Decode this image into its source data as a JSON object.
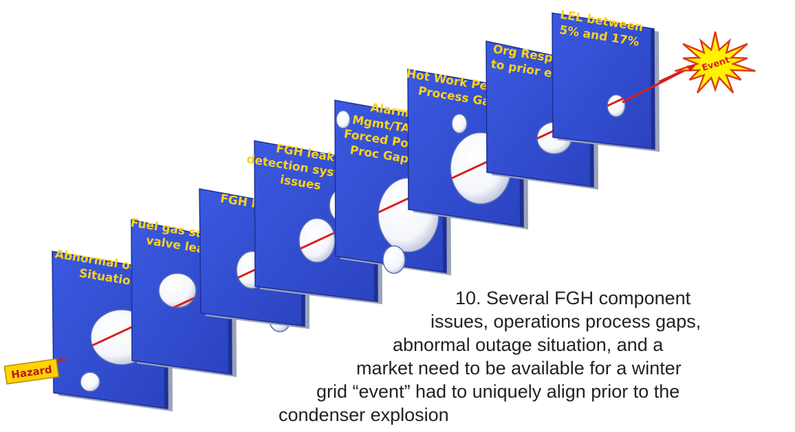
{
  "diagram": {
    "hazard_label": "Hazard",
    "event_label": "Event",
    "colors": {
      "panel": "#2f4bd0",
      "panel_edge": "#1e2f95",
      "panel_shadow": "#9aa3b8",
      "label_text": "#ffd21a",
      "ray": "#d81f1f",
      "hazard_fill": "#ffd200",
      "hazard_text": "#c0141a",
      "burst_fill": "#fff200",
      "burst_stroke": "#e23a1a"
    },
    "slices": [
      {
        "label_lines": [
          "Abnormal outage",
          "Situation"
        ]
      },
      {
        "label_lines": [
          "Fuel gas supply",
          "valve leak"
        ]
      },
      {
        "label_lines": [
          "FGH leak"
        ]
      },
      {
        "label_lines": [
          "FGH leak",
          "detection system",
          "issues"
        ]
      },
      {
        "label_lines": [
          "Alarm",
          "Mgmt/TAP/",
          "Forced Point",
          "Proc Gaps"
        ]
      },
      {
        "label_lines": [
          "Hot Work Permit",
          "Process Gap"
        ]
      },
      {
        "label_lines": [
          "Org Response",
          "to prior event"
        ]
      },
      {
        "label_lines": [
          "LEL between",
          "5% and 17%"
        ]
      }
    ]
  },
  "caption": {
    "line1": "10. Several FGH component",
    "line2": "issues, operations process gaps,",
    "line3": "abnormal outage situation, and a",
    "line4": "market need to be available for a winter",
    "line5": "grid “event” had to uniquely align prior to the",
    "line6": "condenser explosion"
  }
}
